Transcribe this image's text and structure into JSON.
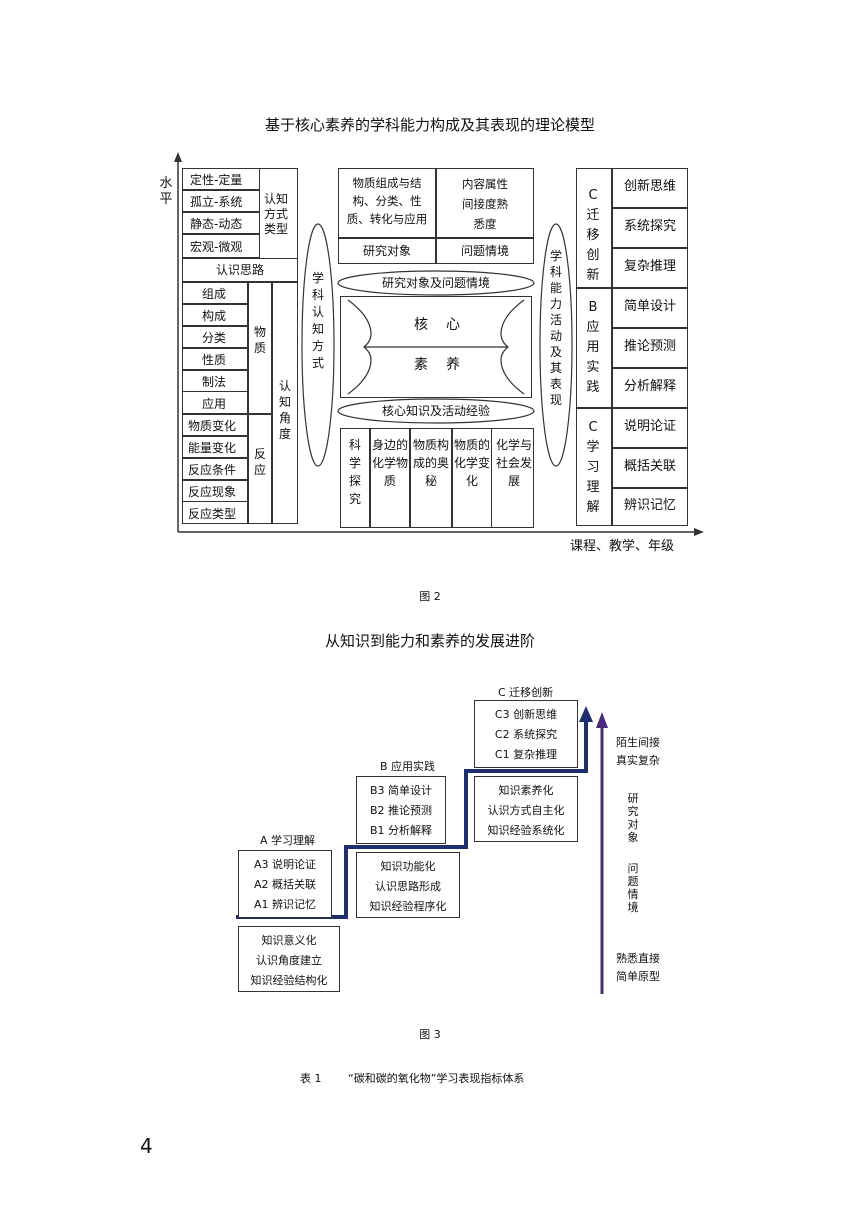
{
  "fig2": {
    "title": "基于核心素养的学科能力构成及其表现的理论模型",
    "y_axis_label": "水平",
    "x_axis_label": "课程、教学、年级",
    "caption": "图 2",
    "cognitive_types": [
      "定性-定量",
      "孤立-系统",
      "静态-动态",
      "宏观-微观"
    ],
    "cognitive_types_label": "认知方式类型",
    "cognitive_thinking": "认识思路",
    "substance_items": [
      "组成",
      "构成",
      "分类",
      "性质",
      "制法",
      "应用"
    ],
    "substance_label": "物质",
    "reaction_items": [
      "物质变化",
      "能量变化",
      "反应条件",
      "反应现象",
      "反应类型"
    ],
    "reaction_label": "反应",
    "cognitive_angle_label": "认知角度",
    "left_ellipse": "学科认知方式",
    "content_left": "物质组成与结构、分类、性质、转化与应用",
    "content_right": "内容属性间接度熟悉度",
    "research_object": "研究对象",
    "problem_context": "问题情境",
    "band_top": "研究对象及问题情境",
    "core_chars": [
      "核",
      "心",
      "素",
      "养"
    ],
    "band_bottom": "核心知识及活动经验",
    "themes": [
      "科学探究",
      "身边的化学物质",
      "物质构成的奥秘",
      "物质的化学变化",
      "化学与社会发展"
    ],
    "right_ellipse": "学科能力活动及其表现",
    "levels": [
      {
        "label": "C迁移创新",
        "items": [
          "创新思维",
          "系统探究",
          "复杂推理"
        ]
      },
      {
        "label": "B应用实践",
        "items": [
          "简单设计",
          "推论预测",
          "分析解释"
        ]
      },
      {
        "label": "C学习理解",
        "items": [
          "说明论证",
          "概括关联",
          "辨识记忆"
        ]
      }
    ]
  },
  "fig3": {
    "title": "从知识到能力和素养的发展进阶",
    "caption": "图 3",
    "stage_a": {
      "label": "A 学习理解",
      "items": [
        "A3 说明论证",
        "A2 概括关联",
        "A1 辨识记忆"
      ],
      "base": [
        "知识意义化",
        "认识角度建立",
        "知识经验结构化"
      ]
    },
    "stage_b": {
      "label": "B 应用实践",
      "items": [
        "B3 简单设计",
        "B2 推论预测",
        "B1 分析解释"
      ],
      "base": [
        "知识功能化",
        "认识思路形成",
        "知识经验程序化"
      ]
    },
    "stage_c": {
      "label": "C 迁移创新",
      "items": [
        "C3 创新思维",
        "C2 系统探究",
        "C1 复杂推理"
      ],
      "base": [
        "知识素养化",
        "认识方式自主化",
        "知识经验系统化"
      ]
    },
    "arrow_top": [
      "陌生间接",
      "真实复杂"
    ],
    "arrow_mid1": "研究对象",
    "arrow_mid2": "问题情境",
    "arrow_bottom": [
      "熟悉直接",
      "简单原型"
    ],
    "colors": {
      "stair": "#1f2f6e",
      "arrow": "#4a2a7a"
    }
  },
  "table_caption": {
    "label": "表 1",
    "title": "“碳和碳的氧化物”学习表现指标体系"
  },
  "page_number": "4"
}
